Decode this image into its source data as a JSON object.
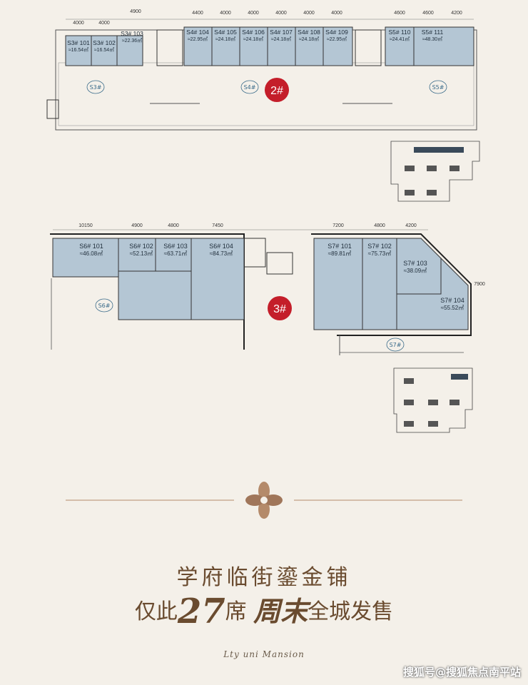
{
  "plan_top": {
    "building_tag": "2#",
    "dims": [
      "4000",
      "4000",
      "4900",
      "4400",
      "4000",
      "4000",
      "4000",
      "4000",
      "4000",
      "4600",
      "4600",
      "4200"
    ],
    "zones": [
      "S3#",
      "S4#",
      "S5#"
    ],
    "units": [
      {
        "name": "S3# 101",
        "area": "≈16.54㎡"
      },
      {
        "name": "S3# 102",
        "area": "≈16.54㎡"
      },
      {
        "name": "S3# 103",
        "area": "≈22.36㎡"
      },
      {
        "name": "S4# 104",
        "area": "≈22.95㎡"
      },
      {
        "name": "S4# 105",
        "area": "≈24.18㎡"
      },
      {
        "name": "S4# 106",
        "area": "≈24.18㎡"
      },
      {
        "name": "S4# 107",
        "area": "≈24.18㎡"
      },
      {
        "name": "S4# 108",
        "area": "≈24.18㎡"
      },
      {
        "name": "S4# 109",
        "area": "≈22.95㎡"
      },
      {
        "name": "S5# 110",
        "area": "≈24.41㎡"
      },
      {
        "name": "S5# 111",
        "area": "≈48.30㎡"
      }
    ]
  },
  "plan_bottom": {
    "building_tag": "3#",
    "dims": [
      "10150",
      "4900",
      "4800",
      "7450",
      "7200",
      "4800",
      "4200",
      "7900"
    ],
    "zones": [
      "S6#",
      "S7#"
    ],
    "units": [
      {
        "name": "S6# 101",
        "area": "≈46.08㎡"
      },
      {
        "name": "S6# 102",
        "area": "≈52.13㎡"
      },
      {
        "name": "S6# 103",
        "area": "≈63.71㎡"
      },
      {
        "name": "S6# 104",
        "area": "≈84.73㎡"
      },
      {
        "name": "S7# 101",
        "area": "≈89.81㎡"
      },
      {
        "name": "S7# 102",
        "area": "≈75.73㎡"
      },
      {
        "name": "S7# 103",
        "area": "≈38.09㎡"
      },
      {
        "name": "S7# 104",
        "area": "≈55.52㎡"
      }
    ]
  },
  "headline": {
    "line1": "学府临街鎏金铺",
    "line2_a": "仅此",
    "line2_big": "27",
    "line2_b": "席",
    "line2_mid": "周末",
    "line2_c": "全城发售"
  },
  "signature": "Lty uni Mansion",
  "watermark": "搜狐号@搜狐焦点南平站",
  "colors": {
    "background": "#f4f0e9",
    "unit_fill": "#b4c6d4",
    "building_tag": "#c41e2a",
    "headline": "#6a4b2f",
    "ornament": "#b48a6a"
  }
}
